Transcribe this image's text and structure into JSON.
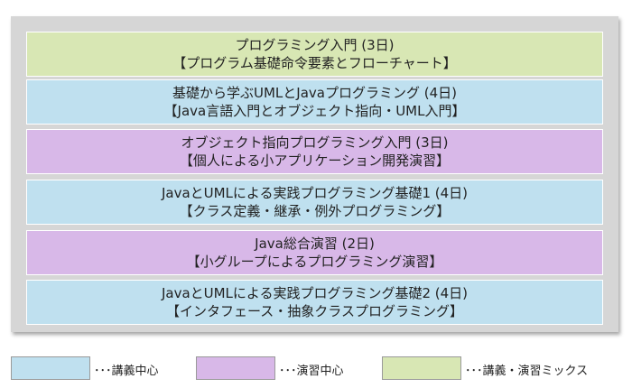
{
  "colors": {
    "lecture": "#bfe0ef",
    "practice": "#d8b8e8",
    "mix": "#d8e7b4"
  },
  "courses": [
    {
      "title": "プログラミング入門 (3日)",
      "desc": "【プログラム基礎命令要素とフローチャート】",
      "type": "mix"
    },
    {
      "title": "基礎から学ぶUMLとJavaプログラミング (4日)",
      "desc": "【Java言語入門とオブジェクト指向・UML入門】",
      "type": "lecture"
    },
    {
      "title": "オブジェクト指向プログラミング入門 (3日)",
      "desc": "【個人による小アプリケーション開発演習】",
      "type": "practice"
    },
    {
      "title": "JavaとUMLによる実践プログラミング基礎1 (4日)",
      "desc": "【クラス定義・継承・例外プログラミング】",
      "type": "lecture"
    },
    {
      "title": "Java総合演習 (2日)",
      "desc": "【小グループによるプログラミング演習】",
      "type": "practice"
    },
    {
      "title": "JavaとUMLによる実践プログラミング基礎2 (4日)",
      "desc": "【インタフェース・抽象クラスプログラミング】",
      "type": "lecture"
    }
  ],
  "legend": [
    {
      "label": "･･･講義中心",
      "type": "lecture"
    },
    {
      "label": "･･･演習中心",
      "type": "practice"
    },
    {
      "label": "･･･講義・演習ミックス",
      "type": "mix"
    }
  ]
}
